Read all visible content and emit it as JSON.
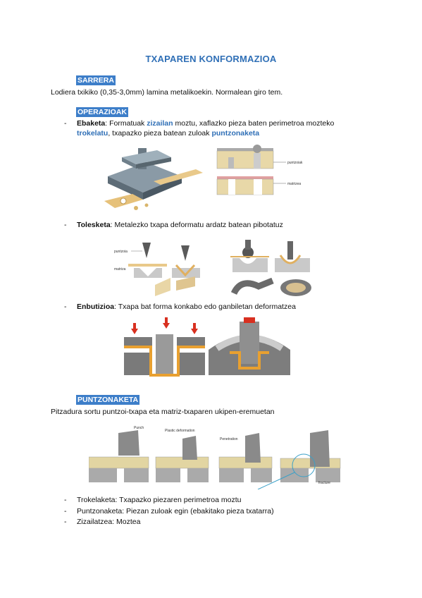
{
  "title": "TXAPAREN KONFORMAZIOA",
  "sections": {
    "sarrera": {
      "heading": "SARRERA",
      "text": "Lodiera txikiko (0,35-3,0mm) lamina metalikoekin. Normalean giro tem."
    },
    "operazioak": {
      "heading": "OPERAZIOAK",
      "ebaketa": {
        "term": "Ebaketa",
        "t1": ": Formatuak ",
        "kw1": "zizailan",
        "t2": " moztu, xaflazko pieza baten perimetroa mozteko",
        "kw2": "trokelatu",
        "t3": ", txapazko pieza batean zuloak ",
        "kw3": "puntzonaketa"
      },
      "tolesketa": {
        "term": "Tolesketa",
        "text": ": Metalezko txapa deformatu ardatz batean pibotatuz"
      },
      "enbutizioa": {
        "term": "Enbutizioa",
        "text": ": Txapa bat forma konkabo edo ganbiletan deformatzea"
      }
    },
    "puntzonaketa": {
      "heading": "PUNTZONAKETA",
      "text": "Pitzadura sortu puntzoi-txapa eta matriz-txaparen ukipen-eremuetan",
      "items": [
        "Trokelaketa: Txapazko piezaren perimetroa moztu",
        "Puntzonaketa: Piezan zuloak egin (ebakitako pieza txatarra)",
        "Zizailatzea: Moztea"
      ]
    }
  },
  "figure_labels": {
    "puntzoiak": "puntzoiak",
    "matrizea": "matrizea",
    "puntzoia": "puntzoia",
    "matriza": "matriza",
    "punch": "Punch",
    "plastic_def": "Plastic deformation",
    "penetration": "Penetration",
    "fracture": "fracture"
  },
  "colors": {
    "title": "#2f6fb6",
    "heading_bg": "#3d7ec9",
    "keyword": "#2f6fb6"
  }
}
